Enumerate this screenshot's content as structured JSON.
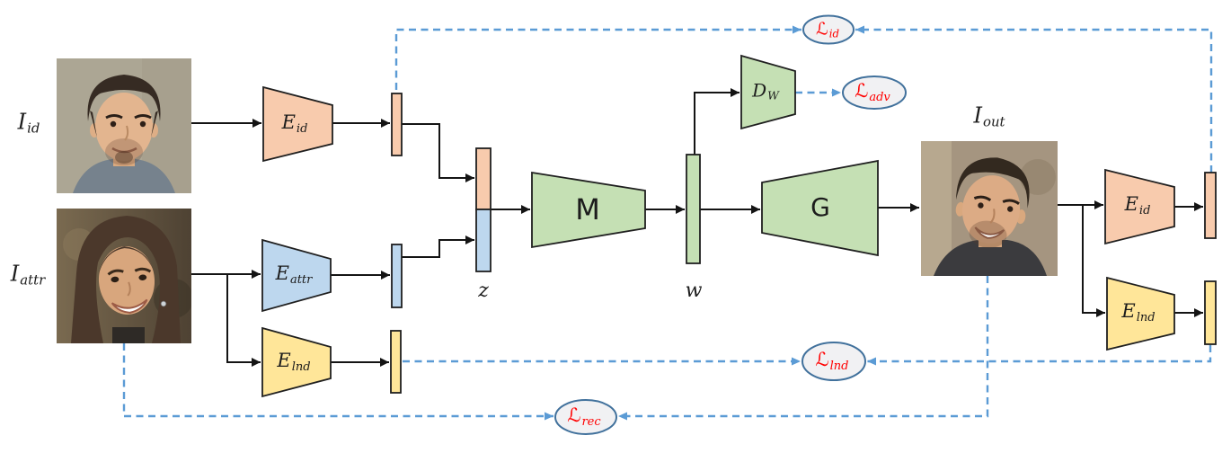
{
  "colors": {
    "id_feature": "#F8CBAD",
    "attr_feature": "#BDD7EE",
    "lnd_feature": "#FFE699",
    "network_green": "#C5E0B4",
    "dashed_line": "#5B9BD5",
    "solid_line": "#141414",
    "loss_text": "#FF0000",
    "loss_ellipse_fill": "#F1F1F3",
    "loss_ellipse_border": "#41719C"
  },
  "images": {
    "input_id": {
      "symbol": "I",
      "subscript": "id"
    },
    "input_attr": {
      "symbol": "I",
      "subscript": "attr"
    },
    "output": {
      "symbol": "I",
      "subscript": "out"
    }
  },
  "encoders": {
    "id_left": {
      "symbol": "E",
      "subscript": "id"
    },
    "attr": {
      "symbol": "E",
      "subscript": "attr"
    },
    "lnd_left": {
      "symbol": "E",
      "subscript": "lnd"
    },
    "id_right": {
      "symbol": "E",
      "subscript": "id"
    },
    "lnd_right": {
      "symbol": "E",
      "subscript": "lnd"
    }
  },
  "networks": {
    "mapping": {
      "label": "M"
    },
    "generator": {
      "label": "G"
    },
    "discriminator": {
      "symbol": "D",
      "subscript": "W"
    }
  },
  "latents": {
    "z": {
      "label": "z"
    },
    "w": {
      "label": "w"
    }
  },
  "losses": {
    "id": {
      "symbol": "ℒ",
      "subscript": "id"
    },
    "adv": {
      "symbol": "ℒ",
      "subscript": "adv"
    },
    "lnd": {
      "symbol": "ℒ",
      "subscript": "lnd"
    },
    "rec": {
      "symbol": "ℒ",
      "subscript": "rec"
    }
  }
}
